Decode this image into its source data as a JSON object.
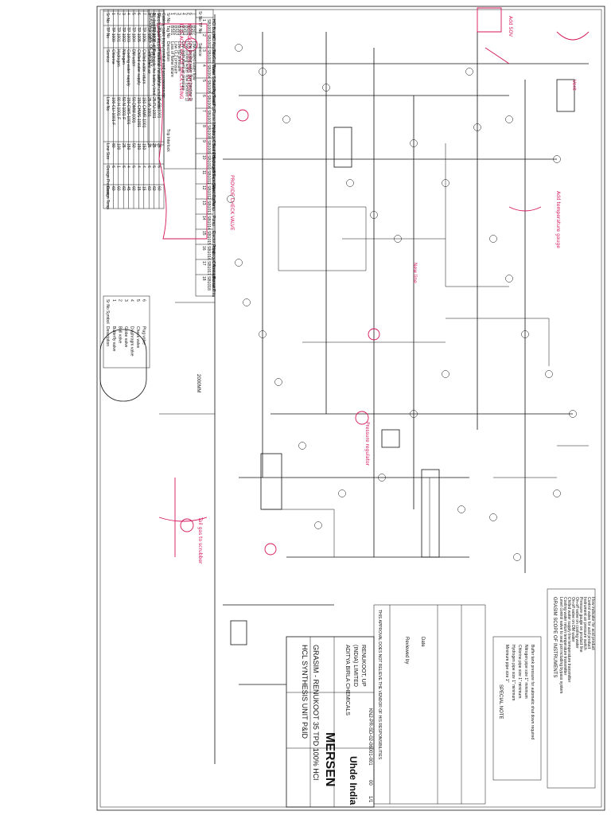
{
  "drawing": {
    "title_line1": "HCL SYNTHESIS UNIT P&ID",
    "title_line2": "GRASIM - RENUKOOT 35 TPD 100% HCl",
    "brand": "MERSEN",
    "client_name": "ADITYA BIRLA CHEMICALS",
    "client_sub": "(INDIA) LIMITED",
    "client_location": "RENUKOOT, UP",
    "consultant": "Uhde India",
    "drawing_no": "KN2-PR-SD-02-06001-001",
    "rev": "00",
    "sheet": "1/1"
  },
  "tables": {
    "service_headers": [
      "Sr No",
      "TP No",
      "Service",
      "Line No",
      "Line Size",
      "Design Pressure",
      "Design Temp"
    ],
    "service_rows": [
      [
        "1",
        "TP 1000",
        "Chlorine",
        "100-CLI-1001-F",
        "80",
        "6",
        "60"
      ],
      [
        "2",
        "TP 1001",
        "Hydrogen",
        "80-H-1001-F",
        "100",
        "1",
        "60"
      ],
      [
        "3",
        "TP 1002",
        "Nitrogen",
        "50-N-1001-F",
        "25",
        "6",
        "60"
      ],
      [
        "4",
        "TP 1003",
        "Cooling water supply",
        "150-CWS-1001",
        "150",
        "4",
        "45"
      ],
      [
        "5",
        "TP 1004",
        "DM water",
        "50-DMW-1001",
        "50",
        "6",
        "60"
      ],
      [
        "6",
        "TP 1005",
        "Chilled water supply",
        "150-CHWS-1001",
        "150",
        "4",
        "15"
      ],
      [
        "7",
        "TP 1006",
        "Chilled water return",
        "150-CHWR-1001",
        "150",
        "4",
        "15"
      ],
      [
        "8",
        "TP 1007",
        "Instrument air",
        "25-IA-1001",
        "25",
        "6",
        "60"
      ],
      [
        "9",
        "TP 1008",
        "Fuel",
        "25-FU-1001",
        "25",
        "6",
        "60"
      ],
      [
        "10",
        "TP 1009",
        "Flashback for safety",
        "25-FB-1001",
        "25",
        "6",
        "60"
      ]
    ],
    "alarm_headers": [
      "Sr No",
      "Tag No",
      "Description",
      "Trip Interlock"
    ],
    "alarm_rows": [
      [
        "1",
        "BS01",
        "Loss of flame failure",
        ""
      ],
      [
        "2",
        "BS02",
        "Low CL2 pressure",
        ""
      ],
      [
        "3",
        "BS03",
        "Low H2 pressure",
        ""
      ],
      [
        "4",
        "BS04",
        "Low instrument air pressure",
        ""
      ],
      [
        "5",
        "BS05",
        "Low cooling water flow (section 1)",
        ""
      ],
      [
        "6",
        "BS06",
        "Low cooling water flow (section 2)",
        ""
      ],
      [
        "7",
        "BS07",
        "Low chilled water flow",
        ""
      ]
    ],
    "equipment_headers": [
      "Sr No",
      "TP No",
      "Service"
    ],
    "equipment_rows": [
      [
        "1",
        "SB1001",
        "HCl Burner"
      ],
      [
        "2",
        "SB1002",
        "HCl Absorber"
      ],
      [
        "3",
        "SB1003",
        "Tail Gas Tower"
      ],
      [
        "4",
        "SB1004",
        "Water Scrubbing Tower"
      ],
      [
        "5",
        "SB1005",
        "Seal Pot"
      ],
      [
        "6",
        "SB1006",
        "Seal Pot"
      ],
      [
        "7",
        "SB1007",
        "Flame Arrestor"
      ],
      [
        "8",
        "SB1008",
        "Hydrogen Seal Pot"
      ],
      [
        "9",
        "SB1009",
        "Chlorine Separator"
      ],
      [
        "10",
        "SB1010",
        "Hydrogen Separator"
      ],
      [
        "11",
        "SB1011",
        "Steam Separator"
      ],
      [
        "12",
        "SB1012",
        "Vent Cooler"
      ],
      [
        "13",
        "SB1013",
        "Pump"
      ],
      [
        "14",
        "SB1014",
        "Pump"
      ],
      [
        "15",
        "SB1015",
        "Ejector Pump"
      ],
      [
        "16",
        "SB1016",
        "Hydrogen Arrestor"
      ],
      [
        "17",
        "SB1017",
        "Chlorine Arrestor"
      ],
      [
        "18",
        "SB1018",
        "Burner Trim"
      ]
    ],
    "symbol_headers": [
      "Sr No",
      "Symbol",
      "Description"
    ],
    "symbol_rows": [
      [
        "1",
        "Butterfly valve"
      ],
      [
        "2",
        "Ball valve"
      ],
      [
        "3",
        "Globe valve"
      ],
      [
        "4",
        "Diaphragm valve"
      ],
      [
        "5",
        "Check valve"
      ],
      [
        "6",
        "Plug valve"
      ]
    ],
    "scope_supply_title": "GRASIM SCOPE OF SUPPLY",
    "scope_supply_rows": [
      "All distribution of utilities inside the battery limit",
      "Supply of gas support material includes structural steel",
      "Cables, cable trays, conduit and accessories etc."
    ],
    "scope_instr_title": "GRASIM SCOPE OF INSTRUMENTS",
    "scope_instr_rows": [
      "Level control valve to seal pot including bypass system",
      "Cooling water return temperature transmitter",
      "Chilled water supply line temperature transmitter",
      "On-off valve on DM water",
      "On-off valve on cooling water",
      "Pressure gauge on product line",
      "Instrument air pressure switch",
      "Control valve for acid product",
      "Flow indicator for acid product"
    ],
    "special_note_title": "SPECIAL NOTE",
    "special_note_rows": [
      "Minimum pipe size 1\"",
      "Hydrogen pipe size 1\" minimum",
      "Chlorine pipe size 1\" minimum",
      "Nitrogen pipe size 1\" minimum",
      "Buffer tank pressure for automatic shut down required"
    ]
  },
  "annotations": {
    "redline_1": "IT IS ACID PROOF BRICK LINING",
    "redline_2": "NITROGEN PURGING INTERLOCK",
    "redline_3": "PROVIDE CHECK VALVE",
    "redline_4": "Add SOV",
    "redline_5": "Add temperature gauge",
    "redline_6": "Pressure regulator",
    "redline_7": "Vent",
    "redline_8": "Tail gas to scrubber",
    "redline_9": "New line",
    "vessel_note": "2000MM"
  },
  "approval": {
    "status_title": "THIS APPROVAL DOES NOT RELIEVE THE VENDOR OF HIS RESPONSIBILITIES",
    "by_label": "Reviewed by",
    "date_label": "Date"
  }
}
